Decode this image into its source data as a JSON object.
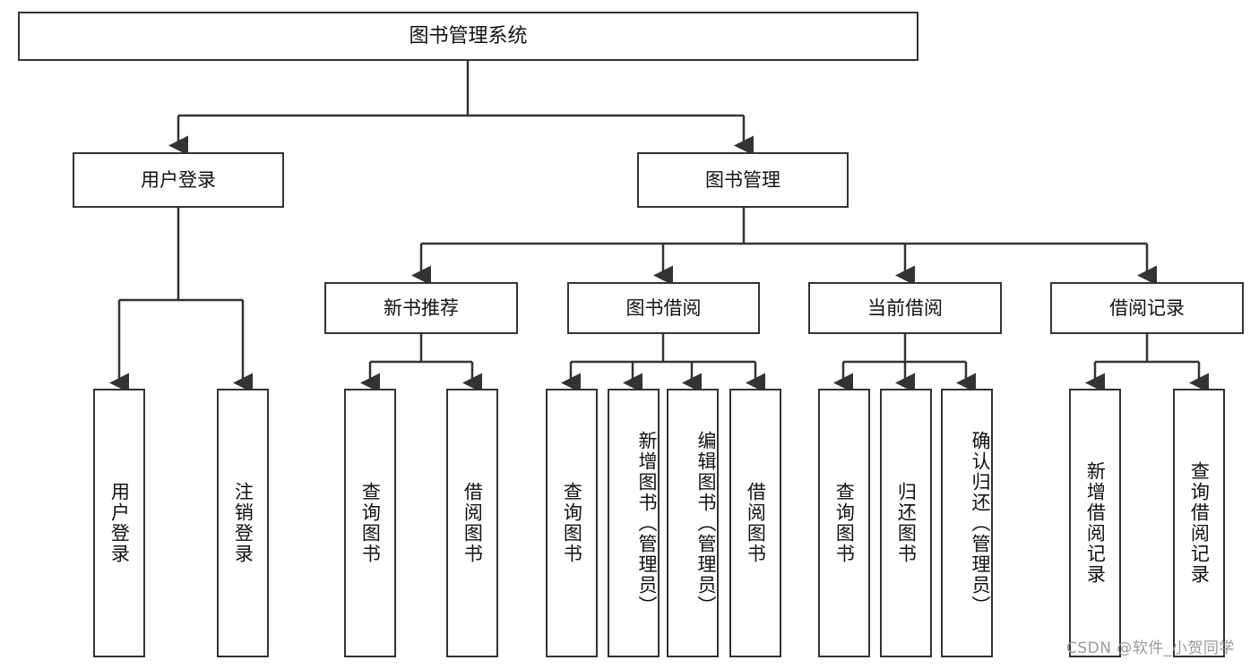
{
  "diagram": {
    "title_node": {
      "label": "图书管理系统"
    },
    "level1": [
      {
        "label": "用户登录"
      },
      {
        "label": "图书管理"
      }
    ],
    "level2": [
      {
        "label": "新书推荐"
      },
      {
        "label": "图书借阅"
      },
      {
        "label": "当前借阅"
      },
      {
        "label": "借阅记录"
      }
    ],
    "leaves": {
      "user_login": [
        {
          "label": "用户登录"
        },
        {
          "label": "注销登录"
        }
      ],
      "new_book": [
        {
          "label": "查询图书"
        },
        {
          "label": "借阅图书"
        }
      ],
      "book_borrow": [
        {
          "label": "查询图书"
        },
        {
          "label": "新增图书（管理员）"
        },
        {
          "label": "编辑图书（管理员）"
        },
        {
          "label": "借阅图书"
        }
      ],
      "current_borrow": [
        {
          "label": "查询图书"
        },
        {
          "label": "归还图书"
        },
        {
          "label": "确认归还（管理员）"
        }
      ],
      "borrow_record": [
        {
          "label": "新增借阅记录"
        },
        {
          "label": "查询借阅记录"
        }
      ]
    }
  },
  "watermark": {
    "text": "CSDN @软件_小贺同学"
  },
  "colors": {
    "stroke": "#333333",
    "background": "#ffffff",
    "text": "#111111",
    "watermark": "#9a9a9a"
  }
}
